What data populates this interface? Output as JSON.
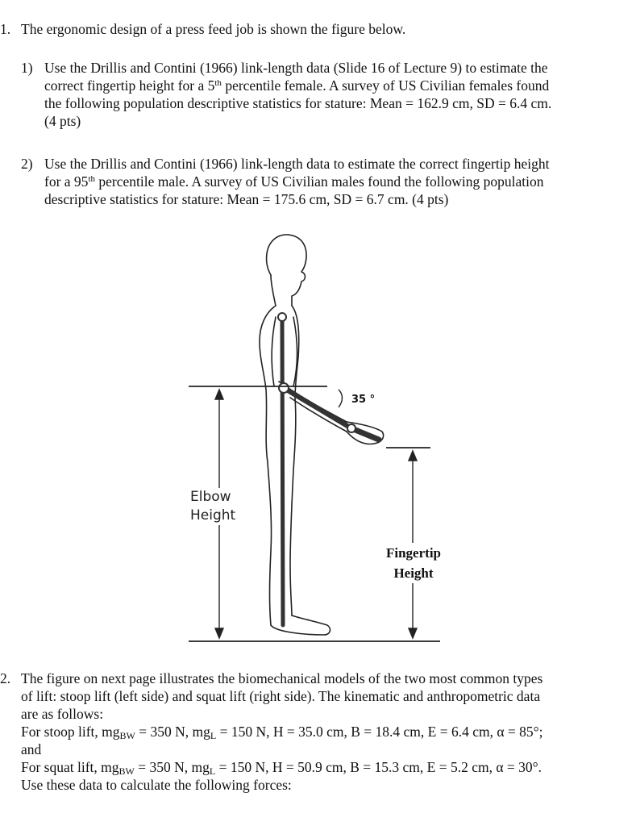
{
  "q1": {
    "number": "1.",
    "intro": "The ergonomic design of a press feed job is shown the figure below.",
    "parts": [
      {
        "number": "1)",
        "line1": "Use the Drillis and Contini (1966) link-length data (Slide 16 of Lecture 9) to estimate the",
        "line2_a": "correct fingertip height for a 5",
        "line2_sup": "th",
        "line2_b": " percentile female. A survey of US Civilian females found",
        "line3": "the following population descriptive statistics for stature: Mean = 162.9 cm, SD = 6.4 cm.",
        "line4": "(4 pts)"
      },
      {
        "number": "2)",
        "line1": "Use the Drillis and Contini (1966) link-length data to estimate the correct fingertip height",
        "line2_a": "for a 95",
        "line2_sup": "th",
        "line2_b": " percentile male. A survey of US Civilian males found the following population",
        "line3": "descriptive statistics for stature: Mean = 175.6 cm, SD = 6.7 cm. (4 pts)"
      }
    ],
    "figure": {
      "angle_label": "35 °",
      "elbow_label_1": "Elbow",
      "elbow_label_2": "Height",
      "fingertip_label_1": "Fingertip",
      "fingertip_label_2": "Height"
    }
  },
  "q2": {
    "number": "2.",
    "line1": "The figure on next page illustrates the biomechanical models of the two most common types",
    "line2": "of lift: stoop lift (left side) and squat lift (right side). The kinematic and anthropometric data",
    "line3": "are as follows:",
    "stoop": {
      "prefix": "For stoop lift, mg",
      "sub_bw": "BW",
      "mid1": " = 350 N, mg",
      "sub_l": "L",
      "rest": " = 150 N, H = 35.0 cm, B = 18.4 cm, E = 6.4 cm, α = 85°;"
    },
    "and_line": "and",
    "squat": {
      "prefix": "For squat lift, mg",
      "sub_bw": "BW",
      "mid1": " = 350 N, mg",
      "sub_l": "L",
      "rest": " = 150 N, H = 50.9 cm, B = 15.3 cm, E = 5.2 cm, α = 30°."
    },
    "last_line": "Use these data to calculate the following forces:"
  }
}
